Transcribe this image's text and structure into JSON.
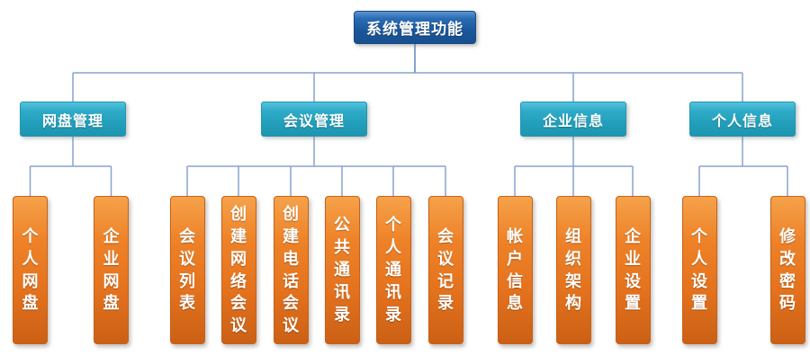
{
  "diagram": {
    "root": {
      "label": "系统管理功能"
    },
    "branches": [
      {
        "label": "网盘管理",
        "children": [
          "个人网盘",
          "企业网盘"
        ]
      },
      {
        "label": "会议管理",
        "children": [
          "会议列表",
          "创建网络会议",
          "创建电话会议",
          "公共通讯录",
          "个人通讯录",
          "会议记录"
        ]
      },
      {
        "label": "企业信息",
        "children": [
          "帐户信息",
          "组织架构",
          "企业设置"
        ]
      },
      {
        "label": "个人信息",
        "children": [
          "个人设置",
          "修改密码"
        ]
      }
    ],
    "colors": {
      "root_box_top": "#5B96D2",
      "root_box_bottom": "#1B569B",
      "branch_box_top": "#52C2DB",
      "branch_box_bottom": "#1E95B0",
      "leaf_bar_top": "#F5A24A",
      "leaf_bar_bottom": "#CB6015",
      "connector": "#87A3CF",
      "label_text": "#FFFFFF"
    }
  }
}
